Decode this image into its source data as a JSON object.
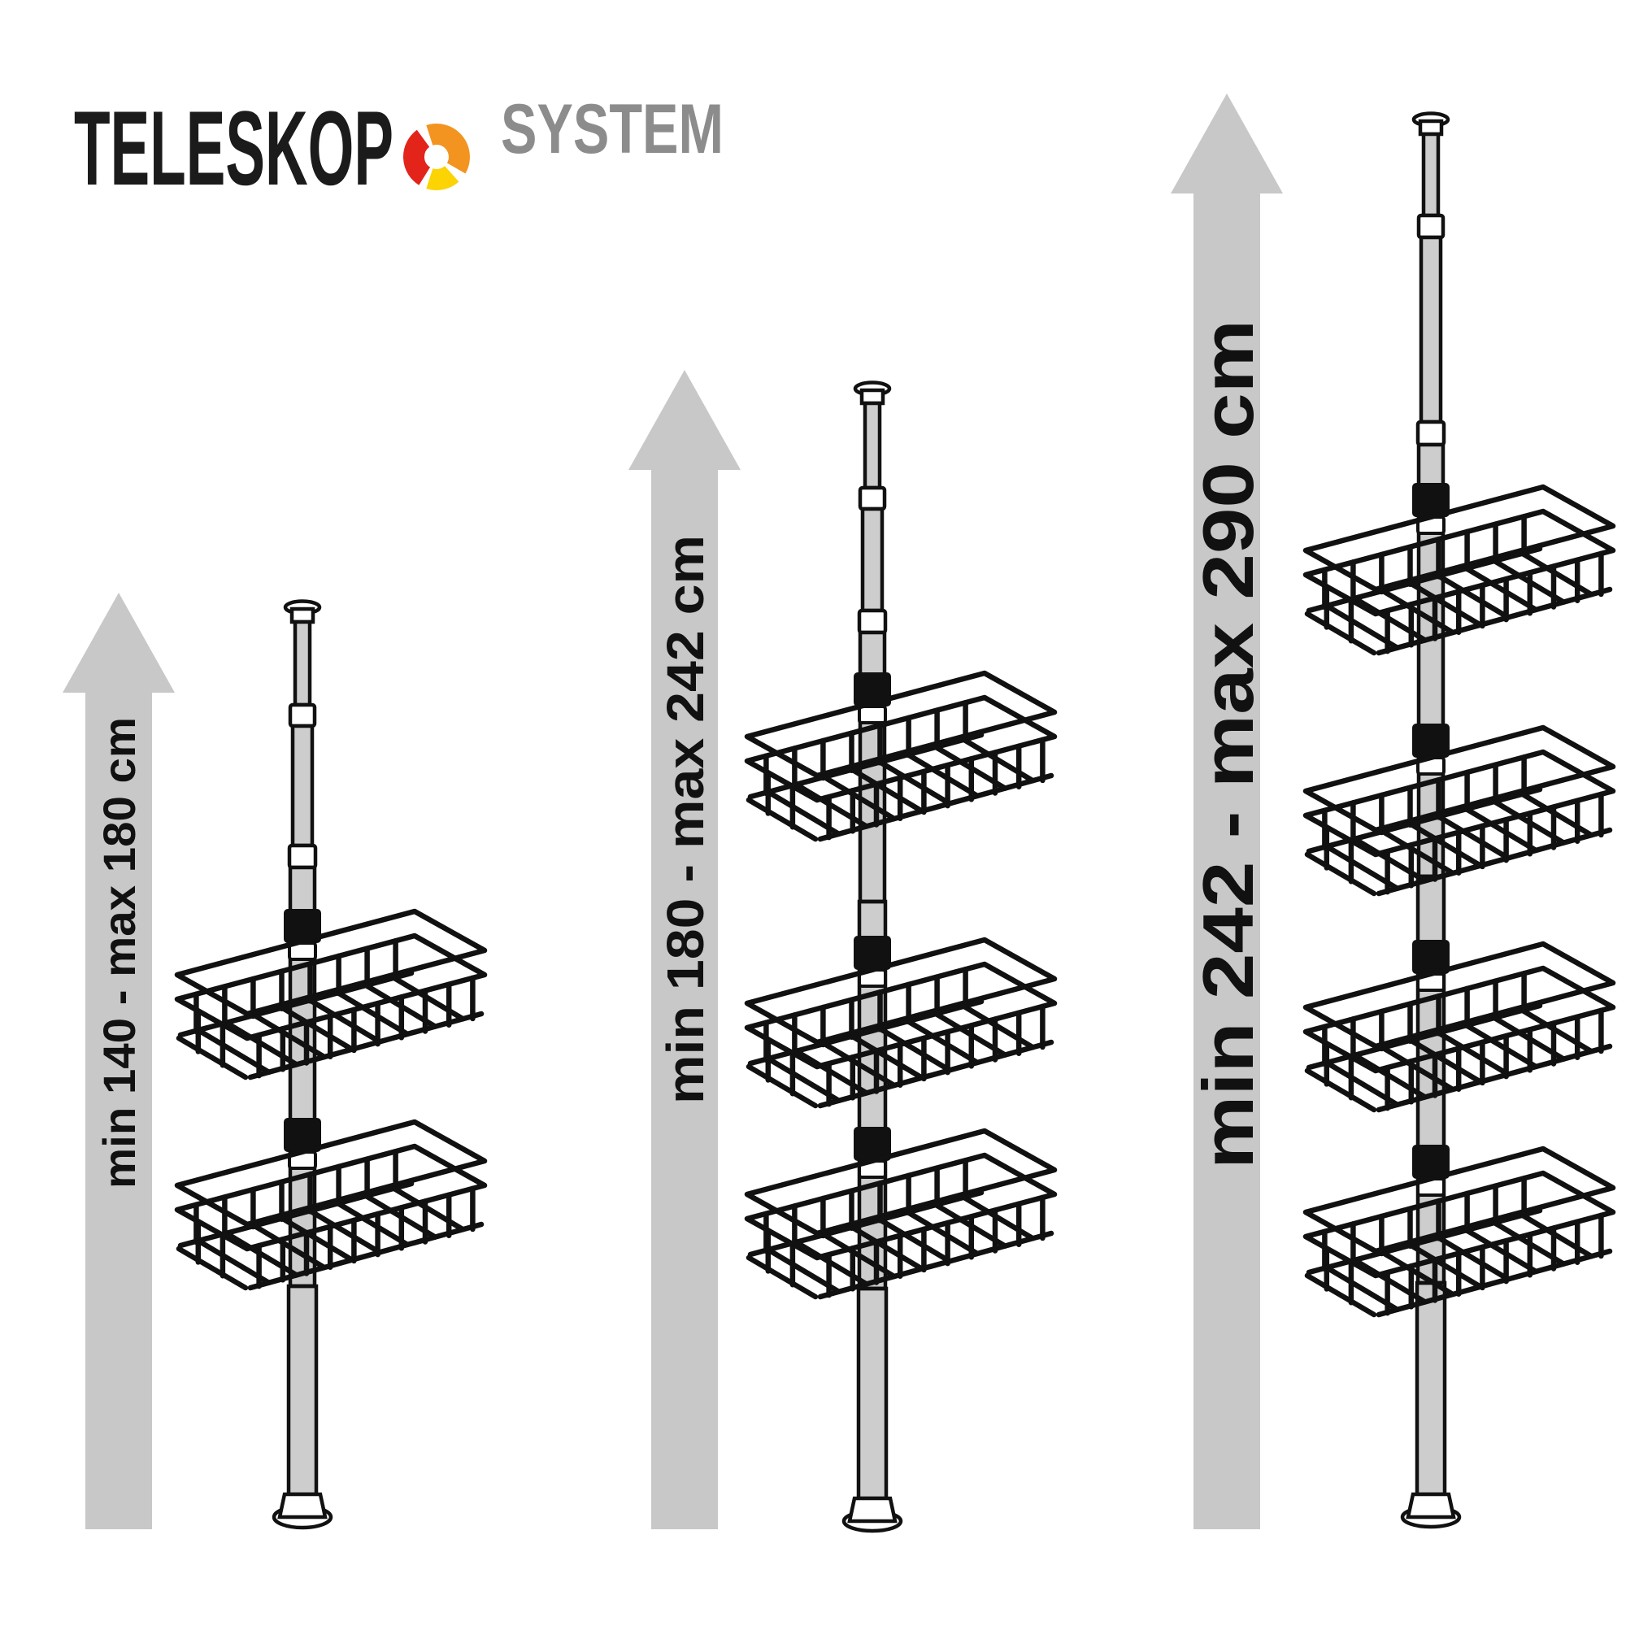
{
  "logo": {
    "word1": "TELESKOP",
    "word2": "SYSTEM",
    "colors": {
      "word1": "#1b1b1b",
      "word2": "#8c8c8c",
      "donut_red": "#e2241b",
      "donut_orange": "#f2941f",
      "donut_yellow": "#fcd303"
    }
  },
  "variants": [
    {
      "label": "min 140 - max 180 cm",
      "min_cm": 140,
      "max_cm": 180,
      "baskets": 2
    },
    {
      "label": "min 180 - max 242 cm",
      "min_cm": 180,
      "max_cm": 242,
      "baskets": 3
    },
    {
      "label": "min 242 - max 290 cm",
      "min_cm": 242,
      "max_cm": 290,
      "baskets": 4
    }
  ],
  "style": {
    "arrow_color": "#c8c8c8",
    "outline_color": "#111111",
    "tube_color": "#cdcdcd"
  }
}
